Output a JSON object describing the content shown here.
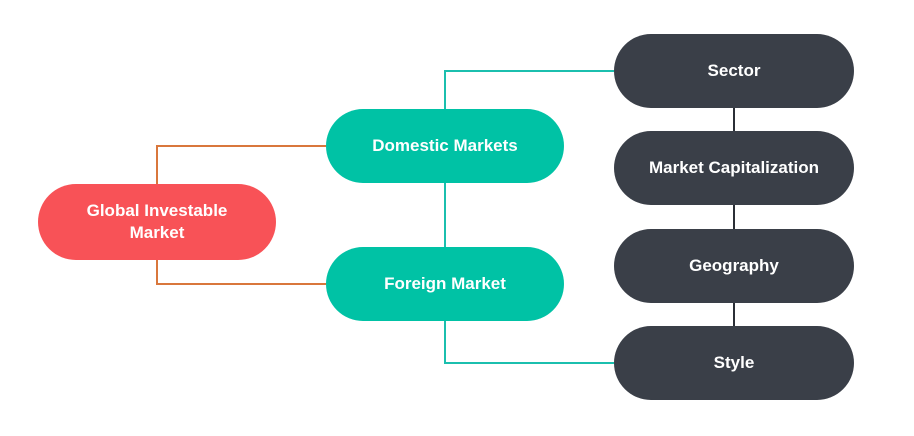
{
  "diagram": {
    "nodes": {
      "global": "Global Investable\nMarket",
      "domestic": "Domestic Markets",
      "foreign": "Foreign Market",
      "sector": "Sector",
      "market_cap": "Market Capitalization",
      "geography": "Geography",
      "style": "Style"
    },
    "colors": {
      "root": "#f85257",
      "branch": "#00c2a5",
      "leaf": "#3a3f48",
      "root_connector": "#d9773c",
      "branch_connector": "#1bbfae",
      "leaf_connector": "#2b2f36"
    }
  }
}
